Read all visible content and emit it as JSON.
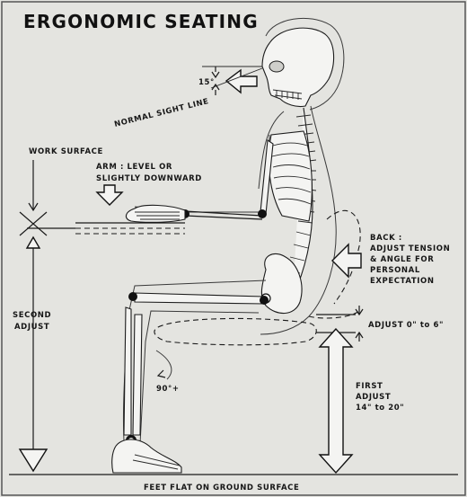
{
  "title": "ERGONOMIC SEATING",
  "labels": {
    "sight_angle": "15°",
    "sight_line": "NORMAL SIGHT LINE",
    "work_surface": "WORK SURFACE",
    "arm_line1": "ARM : LEVEL OR",
    "arm_line2": "SLIGHTLY DOWNWARD",
    "back_line1": "BACK :",
    "back_line2": "ADJUST TENSION",
    "back_line3": "& ANGLE FOR",
    "back_line4": "PERSONAL",
    "back_line5": "EXPECTATION",
    "seat_adjust": "ADJUST 0\" to 6\"",
    "second_line1": "SECOND",
    "second_line2": "ADJUST",
    "knee_angle": "90°+",
    "first_line1": "FIRST",
    "first_line2": "ADJUST",
    "first_line3": "14\" to 20\"",
    "feet": "FEET FLAT ON GROUND SURFACE"
  }
}
